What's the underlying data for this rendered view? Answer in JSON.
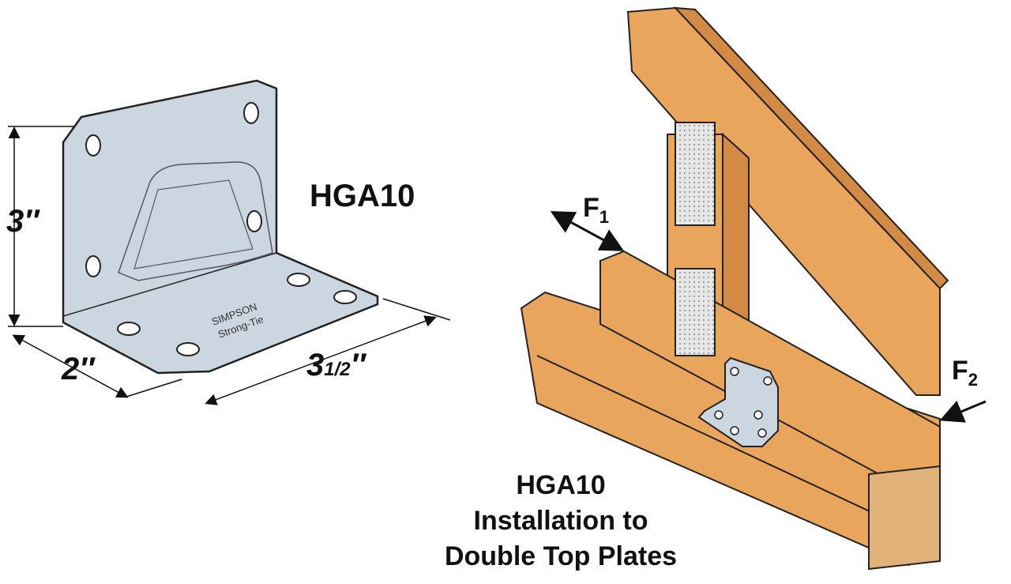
{
  "product": {
    "model": "HGA10",
    "stamp_brand": "SIMPSON",
    "stamp_sub": "Strong-Tie"
  },
  "dimensions": {
    "height": "3″",
    "depth": "2″",
    "width_whole": "3",
    "width_fraction": "1/2",
    "width_unit": "″"
  },
  "installation": {
    "caption_line1": "HGA10",
    "caption_line2": "Installation to",
    "caption_line3": "Double Top Plates",
    "force1_letter": "F",
    "force1_sub": "1",
    "force2_letter": "F",
    "force2_sub": "2"
  },
  "colors": {
    "wood": "#E9A55C",
    "metal": "#CBD6E0",
    "outline": "#1a1a1a"
  }
}
